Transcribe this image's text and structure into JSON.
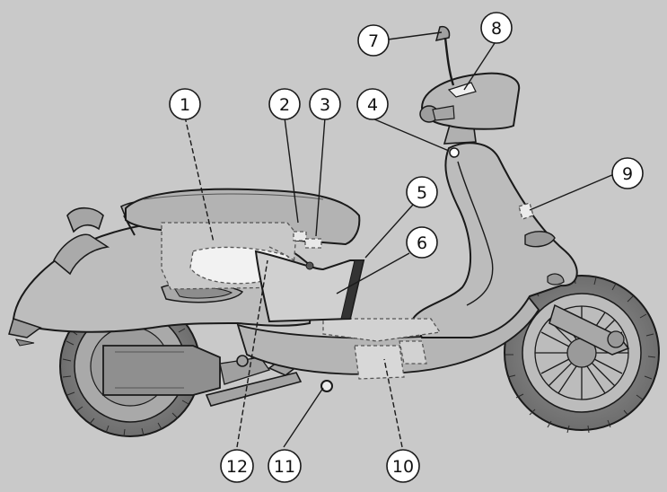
{
  "diagram": {
    "subject": "scooter-side-view",
    "background_color": "#c9c9c9",
    "line_color": "#1a1a1a",
    "body_fill": "#bdbdbd",
    "callouts": [
      {
        "id": "1",
        "label": "1"
      },
      {
        "id": "2",
        "label": "2"
      },
      {
        "id": "3",
        "label": "3"
      },
      {
        "id": "4",
        "label": "4"
      },
      {
        "id": "5",
        "label": "5"
      },
      {
        "id": "6",
        "label": "6"
      },
      {
        "id": "7",
        "label": "7"
      },
      {
        "id": "8",
        "label": "8"
      },
      {
        "id": "9",
        "label": "9"
      },
      {
        "id": "10",
        "label": "10"
      },
      {
        "id": "11",
        "label": "11"
      },
      {
        "id": "12",
        "label": "12"
      }
    ]
  }
}
